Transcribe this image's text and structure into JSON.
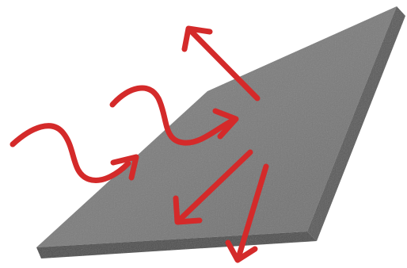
{
  "diagram": {
    "subject": "slab",
    "slab_color": "#7a7a7a",
    "slab_edge_color": "#4a4a4a",
    "arrow_color": "#d42a2a",
    "arrows": [
      {
        "name": "incoming-wave-left",
        "kind": "wavy"
      },
      {
        "name": "incoming-wave-right",
        "kind": "wavy"
      },
      {
        "name": "outgoing-up-left",
        "kind": "straight"
      },
      {
        "name": "outgoing-down-left",
        "kind": "straight"
      },
      {
        "name": "outgoing-down",
        "kind": "straight"
      }
    ]
  }
}
